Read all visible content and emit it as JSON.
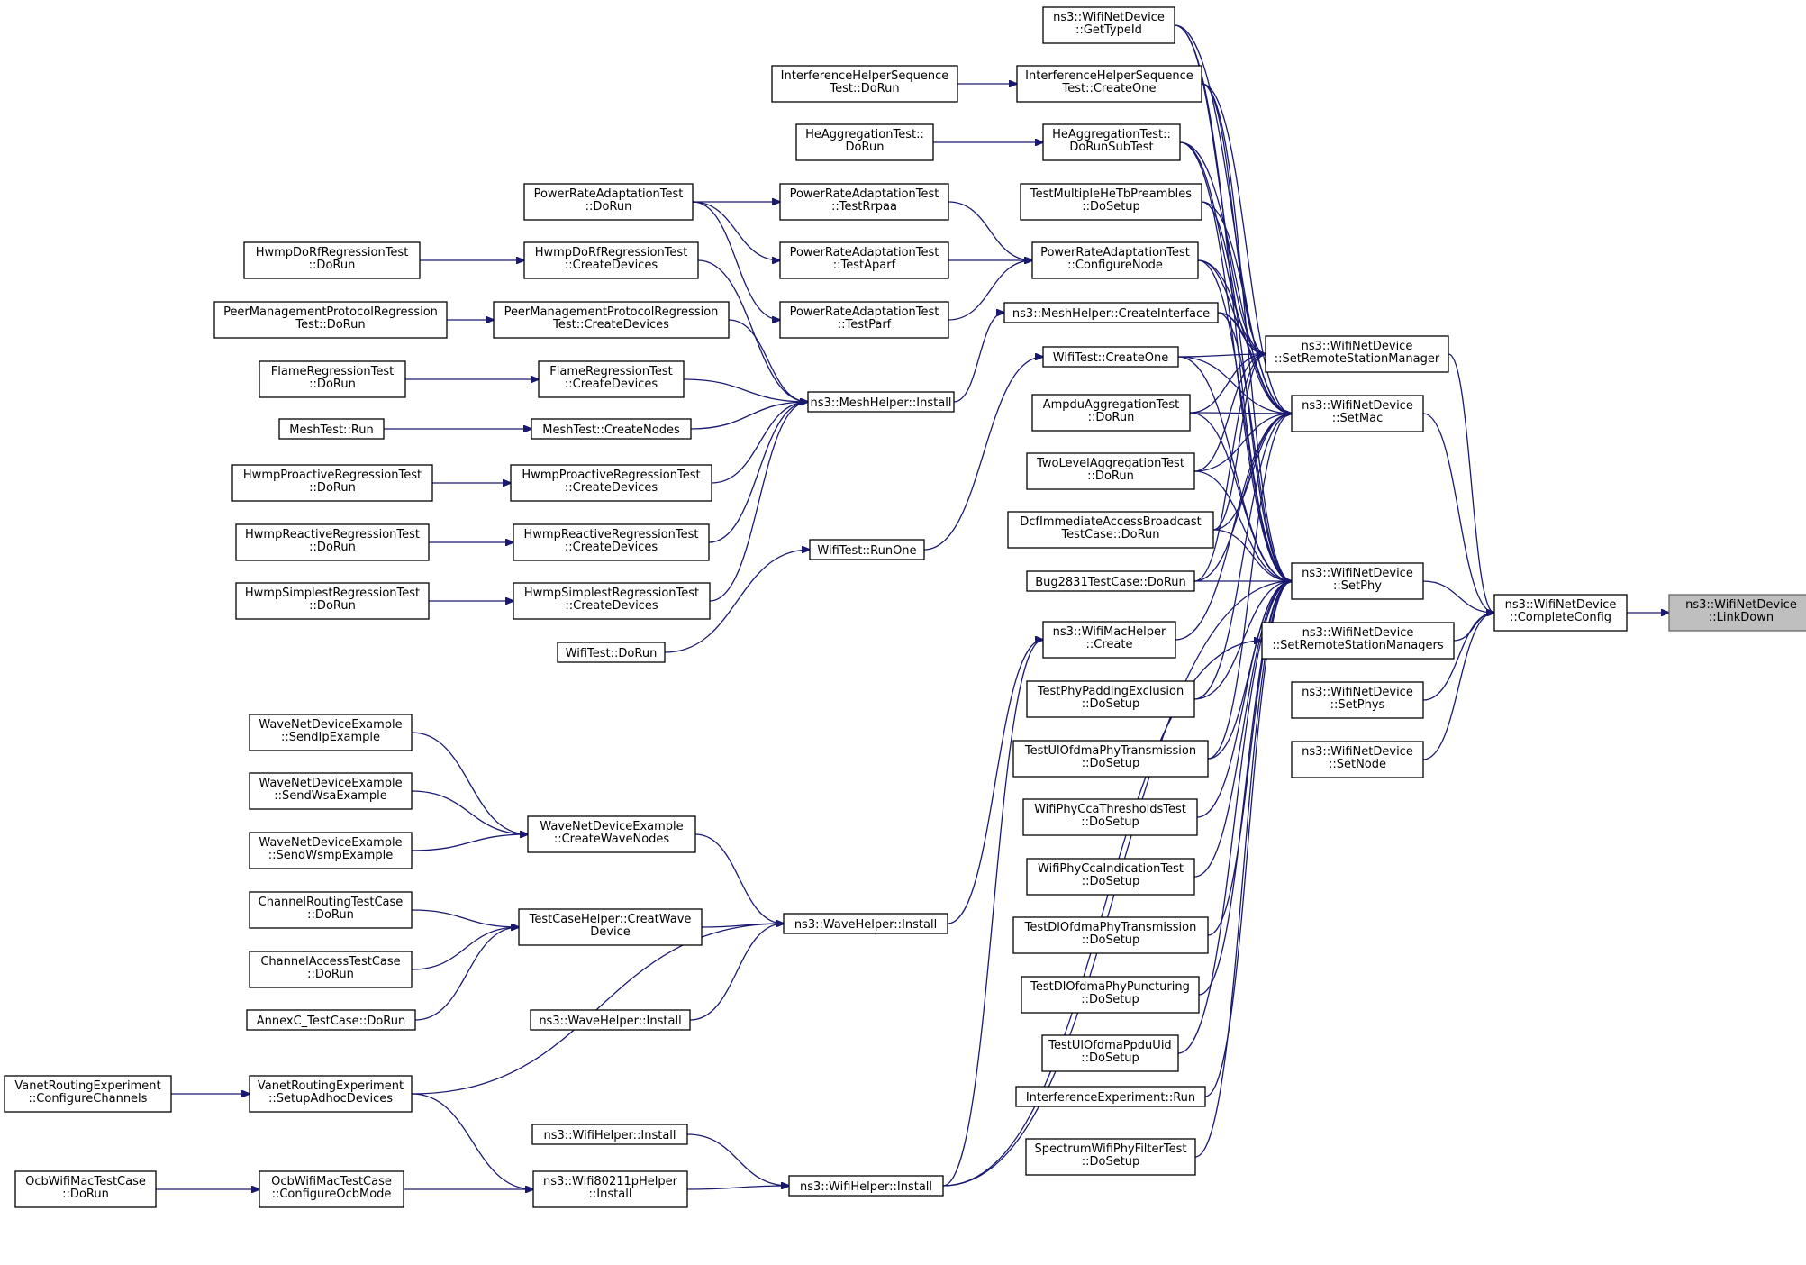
{
  "diagram": {
    "nodes": [
      {
        "id": "root",
        "lines": [
          "ns3::WifiNetDevice",
          "::LinkDown"
        ],
        "current": true
      },
      {
        "id": "completeConfig",
        "lines": [
          "ns3::WifiNetDevice",
          "::CompleteConfig"
        ]
      },
      {
        "id": "setRSM",
        "lines": [
          "ns3::WifiNetDevice",
          "::SetRemoteStationManager"
        ]
      },
      {
        "id": "setMac",
        "lines": [
          "ns3::WifiNetDevice",
          "::SetMac"
        ]
      },
      {
        "id": "setPhy",
        "lines": [
          "ns3::WifiNetDevice",
          "::SetPhy"
        ]
      },
      {
        "id": "setRSMs",
        "lines": [
          "ns3::WifiNetDevice",
          "::SetRemoteStationManagers"
        ]
      },
      {
        "id": "setPhys",
        "lines": [
          "ns3::WifiNetDevice",
          "::SetPhys"
        ]
      },
      {
        "id": "setNode",
        "lines": [
          "ns3::WifiNetDevice",
          "::SetNode"
        ]
      },
      {
        "id": "getTypeId",
        "lines": [
          "ns3::WifiNetDevice",
          "::GetTypeId"
        ]
      },
      {
        "id": "ihsCreateOne",
        "lines": [
          "InterferenceHelperSequence",
          "Test::CreateOne"
        ]
      },
      {
        "id": "ihsDoRun",
        "lines": [
          "InterferenceHelperSequence",
          "Test::DoRun"
        ]
      },
      {
        "id": "heDoRunSub",
        "lines": [
          "HeAggregationTest::",
          "DoRunSubTest"
        ]
      },
      {
        "id": "heDoRun",
        "lines": [
          "HeAggregationTest::",
          "DoRun"
        ]
      },
      {
        "id": "tmhtb",
        "lines": [
          "TestMultipleHeTbPreambles",
          "::DoSetup"
        ]
      },
      {
        "id": "prRrpaa",
        "lines": [
          "PowerRateAdaptationTest",
          "::TestRrpaa"
        ]
      },
      {
        "id": "prDoRun",
        "lines": [
          "PowerRateAdaptationTest",
          "::DoRun"
        ]
      },
      {
        "id": "prAparf",
        "lines": [
          "PowerRateAdaptationTest",
          "::TestAparf"
        ]
      },
      {
        "id": "prConfigure",
        "lines": [
          "PowerRateAdaptationTest",
          "::ConfigureNode"
        ]
      },
      {
        "id": "prParf",
        "lines": [
          "PowerRateAdaptationTest",
          "::TestParf"
        ]
      },
      {
        "id": "meshCreateIface",
        "lines": [
          "ns3::MeshHelper::CreateInterface"
        ]
      },
      {
        "id": "wifiTestCreateOne",
        "lines": [
          "WifiTest::CreateOne"
        ]
      },
      {
        "id": "ampdu",
        "lines": [
          "AmpduAggregationTest",
          "::DoRun"
        ]
      },
      {
        "id": "twoLevel",
        "lines": [
          "TwoLevelAggregationTest",
          "::DoRun"
        ]
      },
      {
        "id": "dcf",
        "lines": [
          "DcfImmediateAccessBroadcast",
          "TestCase::DoRun"
        ]
      },
      {
        "id": "bug2831",
        "lines": [
          "Bug2831TestCase::DoRun"
        ]
      },
      {
        "id": "macHelperCreate",
        "lines": [
          "ns3::WifiMacHelper",
          "::Create"
        ]
      },
      {
        "id": "tppe",
        "lines": [
          "TestPhyPaddingExclusion",
          "::DoSetup"
        ]
      },
      {
        "id": "tulOfdmaTx",
        "lines": [
          "TestUlOfdmaPhyTransmission",
          "::DoSetup"
        ]
      },
      {
        "id": "wpccaThresh",
        "lines": [
          "WifiPhyCcaThresholdsTest",
          "::DoSetup"
        ]
      },
      {
        "id": "wpccaInd",
        "lines": [
          "WifiPhyCcaIndicationTest",
          "::DoSetup"
        ]
      },
      {
        "id": "tdlOfdmaTx",
        "lines": [
          "TestDlOfdmaPhyTransmission",
          "::DoSetup"
        ]
      },
      {
        "id": "tdlPunct",
        "lines": [
          "TestDlOfdmaPhyPuncturing",
          "::DoSetup"
        ]
      },
      {
        "id": "tulPpdu",
        "lines": [
          "TestUlOfdmaPpduUid",
          "::DoSetup"
        ]
      },
      {
        "id": "ieRun",
        "lines": [
          "InterferenceExperiment::Run"
        ]
      },
      {
        "id": "swpf",
        "lines": [
          "SpectrumWifiPhyFilterTest",
          "::DoSetup"
        ]
      },
      {
        "id": "meshInstall",
        "lines": [
          "ns3::MeshHelper::Install"
        ]
      },
      {
        "id": "hdrfCreate",
        "lines": [
          "HwmpDoRfRegressionTest",
          "::CreateDevices"
        ]
      },
      {
        "id": "hdrfDoRun",
        "lines": [
          "HwmpDoRfRegressionTest",
          "::DoRun"
        ]
      },
      {
        "id": "pmpCreate",
        "lines": [
          "PeerManagementProtocolRegression",
          "Test::CreateDevices"
        ]
      },
      {
        "id": "pmpDoRun",
        "lines": [
          "PeerManagementProtocolRegression",
          "Test::DoRun"
        ]
      },
      {
        "id": "flameCreate",
        "lines": [
          "FlameRegressionTest",
          "::CreateDevices"
        ]
      },
      {
        "id": "flameDoRun",
        "lines": [
          "FlameRegressionTest",
          "::DoRun"
        ]
      },
      {
        "id": "meshCreateNodes",
        "lines": [
          "MeshTest::CreateNodes"
        ]
      },
      {
        "id": "meshRun",
        "lines": [
          "MeshTest::Run"
        ]
      },
      {
        "id": "hpCreate",
        "lines": [
          "HwmpProactiveRegressionTest",
          "::CreateDevices"
        ]
      },
      {
        "id": "hpDoRun",
        "lines": [
          "HwmpProactiveRegressionTest",
          "::DoRun"
        ]
      },
      {
        "id": "hrCreate",
        "lines": [
          "HwmpReactiveRegressionTest",
          "::CreateDevices"
        ]
      },
      {
        "id": "hrDoRun",
        "lines": [
          "HwmpReactiveRegressionTest",
          "::DoRun"
        ]
      },
      {
        "id": "hsCreate",
        "lines": [
          "HwmpSimplestRegressionTest",
          "::CreateDevices"
        ]
      },
      {
        "id": "hsDoRun",
        "lines": [
          "HwmpSimplestRegressionTest",
          "::DoRun"
        ]
      },
      {
        "id": "wifiTestRunOne",
        "lines": [
          "WifiTest::RunOne"
        ]
      },
      {
        "id": "wifiTestDoRun",
        "lines": [
          "WifiTest::DoRun"
        ]
      },
      {
        "id": "waveInstall",
        "lines": [
          "ns3::WaveHelper::Install"
        ]
      },
      {
        "id": "waveInstall2",
        "lines": [
          "ns3::WaveHelper::Install"
        ]
      },
      {
        "id": "wndeCreate",
        "lines": [
          "WaveNetDeviceExample",
          "::CreateWaveNodes"
        ]
      },
      {
        "id": "wndeIp",
        "lines": [
          "WaveNetDeviceExample",
          "::SendIpExample"
        ]
      },
      {
        "id": "wndeWsa",
        "lines": [
          "WaveNetDeviceExample",
          "::SendWsaExample"
        ]
      },
      {
        "id": "wndeWsmp",
        "lines": [
          "WaveNetDeviceExample",
          "::SendWsmpExample"
        ]
      },
      {
        "id": "tchCreat",
        "lines": [
          "TestCaseHelper::CreatWave",
          "Device"
        ]
      },
      {
        "id": "chRouting",
        "lines": [
          "ChannelRoutingTestCase",
          "::DoRun"
        ]
      },
      {
        "id": "chAccess",
        "lines": [
          "ChannelAccessTestCase",
          "::DoRun"
        ]
      },
      {
        "id": "annexC",
        "lines": [
          "AnnexC_TestCase::DoRun"
        ]
      },
      {
        "id": "vrSetup",
        "lines": [
          "VanetRoutingExperiment",
          "::SetupAdhocDevices"
        ]
      },
      {
        "id": "vrConfig",
        "lines": [
          "VanetRoutingExperiment",
          "::ConfigureChannels"
        ]
      },
      {
        "id": "wifiHelperInstall2",
        "lines": [
          "ns3::WifiHelper::Install"
        ]
      },
      {
        "id": "wifiHelperInstall",
        "lines": [
          "ns3::WifiHelper::Install"
        ]
      },
      {
        "id": "w80211p",
        "lines": [
          "ns3::Wifi80211pHelper",
          "::Install"
        ]
      },
      {
        "id": "ocbConfig",
        "lines": [
          "OcbWifiMacTestCase",
          "::ConfigureOcbMode"
        ]
      },
      {
        "id": "ocbDoRun",
        "lines": [
          "OcbWifiMacTestCase",
          "::DoRun"
        ]
      }
    ]
  }
}
